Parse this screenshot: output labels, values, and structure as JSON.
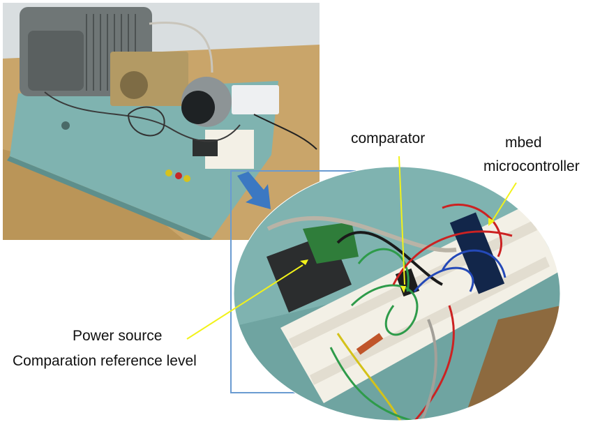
{
  "labels": {
    "comparator": "comparator",
    "mbed_line1": "mbed",
    "mbed_line2": "microcontroller",
    "power_line1": "Power source",
    "power_line2": "Comparation reference level"
  },
  "colors": {
    "leader_line": "#f2f21a",
    "zoom_arrow": "#3b78c2",
    "frame_border": "#6a9bd1",
    "table_wood": "#c9a56a",
    "panel_teal": "#7fb3b0",
    "breadboard": "#f3f0e6"
  }
}
